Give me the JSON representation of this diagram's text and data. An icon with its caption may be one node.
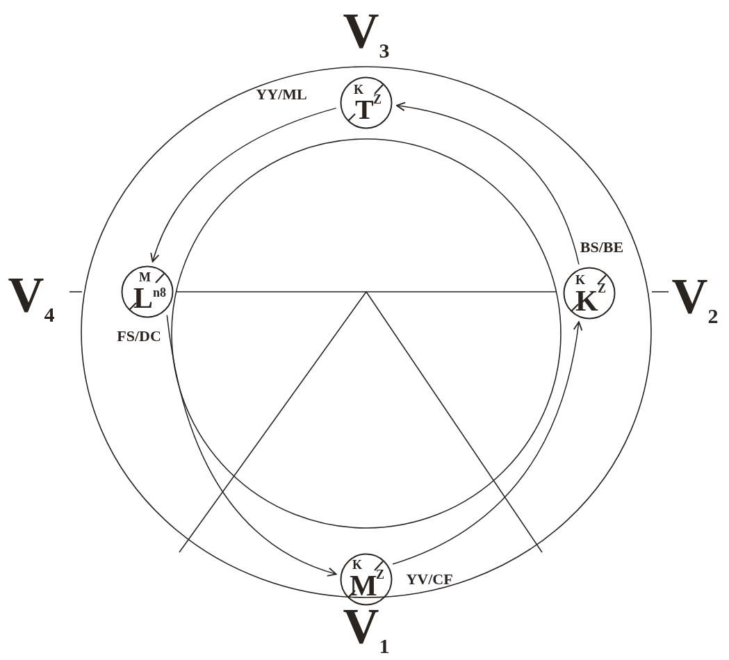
{
  "diagram": {
    "nodes": [
      {
        "text": [
          "K",
          "T",
          "Z"
        ],
        "beside": [
          "V$_{3}$",
          "YY/ML"
        ]
      },
      {
        "text": [
          "M",
          "L",
          "n8"
        ],
        "beside": [
          "V$_{4}$",
          "FS/DC"
        ]
      },
      {
        "text": [
          "K",
          "K",
          "Z"
        ],
        "beside": [
          "BS/BE",
          "V$_{2}$"
        ]
      },
      {
        "text": [
          "K",
          "M",
          "Z"
        ],
        "beside": [
          "YV/CF",
          "V$_{1}$"
        ]
      }
    ],
    "edges": [
      {
        "from": 0,
        "to": 1,
        "arrow": "to"
      },
      {
        "from": 1,
        "to": 3,
        "arrow": "to"
      },
      {
        "from": 3,
        "to": 2,
        "arrow": "to"
      },
      {
        "from": 2,
        "to": 0,
        "arrow": "to"
      }
    ]
  }
}
